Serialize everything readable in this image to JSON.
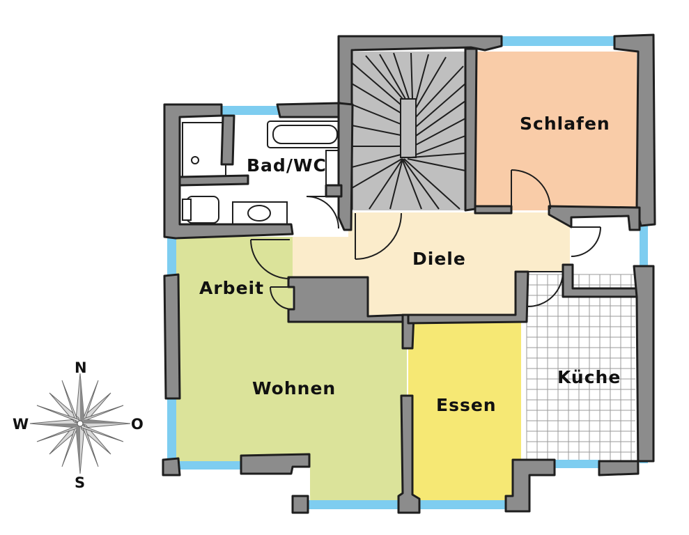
{
  "rooms": {
    "schlafen": {
      "label": "Schlafen",
      "color": "#f9cca8"
    },
    "bad": {
      "label": "Bad/WC",
      "color": "#ffffff"
    },
    "diele": {
      "label": "Diele",
      "color": "#fbeccb"
    },
    "arbeit": {
      "label": "Arbeit",
      "color": "#dbe39a"
    },
    "wohnen": {
      "label": "Wohnen",
      "color": "#dbe39a"
    },
    "essen": {
      "label": "Essen",
      "color": "#f6e874"
    },
    "kueche": {
      "label": "Küche",
      "color": "#ffffff"
    },
    "treppe": {
      "color": "#bfbfbf"
    }
  },
  "compass": {
    "north": "N",
    "south": "S",
    "west": "W",
    "east": "O"
  },
  "colors": {
    "wall": "#8c8c8c",
    "window": "#7ecdf0",
    "outline": "#1e1e1e"
  }
}
